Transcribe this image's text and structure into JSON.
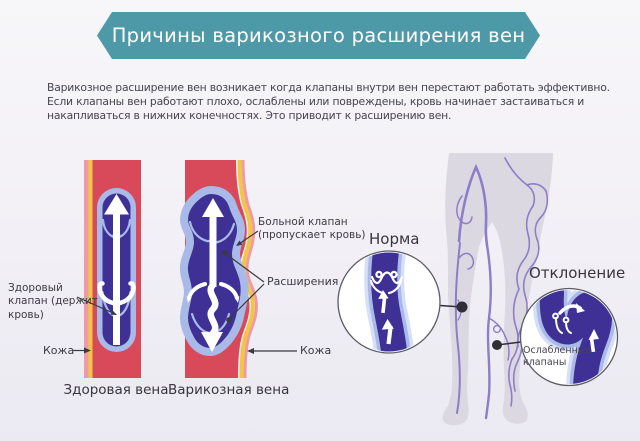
{
  "header": {
    "title": "Причины варикозного расширения вен",
    "banner_color": "#4e99a8"
  },
  "intro": {
    "text": "Варикозное расширение вен возникает когда клапаны внутри вен перестают работать эффективно. Если клапаны вен работают плохо, ослаблены или повреждены, кровь начинает застаиваться и накапливаться в нижних конечностях. Это приводит к расширению вен."
  },
  "healthy_vein": {
    "caption": "Здоровая вена",
    "valve_label": "Здоровый клапан (держит кровь)",
    "skin_label": "Кожа"
  },
  "varicose_vein": {
    "caption": "Варикозная вена",
    "valve_label": "Больной клапан (пропускает кровь)",
    "expansions_label": "Расширения",
    "skin_label": "Кожа"
  },
  "leg_panel": {
    "normal_label": "Норма",
    "deviation_label": "Отклонение",
    "weakened_valves_label": "Ослабленные клапаны"
  },
  "colors": {
    "banner_teal": "#4e99a8",
    "tissue_red": "#d8495a",
    "skin_yellow": "#f2c545",
    "skin_pink": "#f09aa5",
    "vein_fill": "#3f3096",
    "vein_wall_blue": "#a9bae8",
    "leg_silhouette": "#dbd8e2",
    "leg_veins": "#8d7ec7",
    "text_dark": "#3d3945"
  }
}
